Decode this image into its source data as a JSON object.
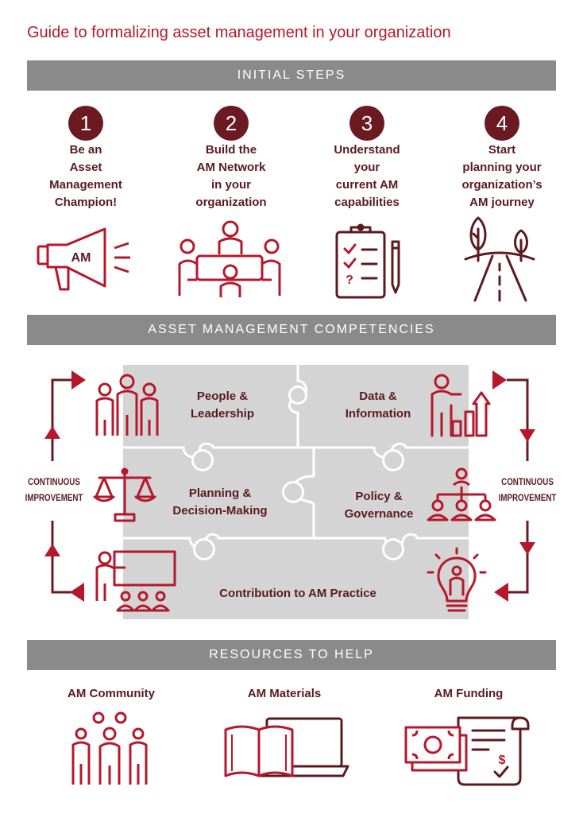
{
  "title": "Guide to formalizing asset management in your organization",
  "sections": {
    "initial_steps": "INITIAL STEPS",
    "competencies": "ASSET MANAGEMENT COMPETENCIES",
    "resources": "RESOURCES TO HELP"
  },
  "steps": [
    {
      "number": "1",
      "lines": [
        "Be an",
        "Asset",
        "Management",
        "Champion!"
      ],
      "icon": "megaphone-icon",
      "icon_text": "AM"
    },
    {
      "number": "2",
      "lines": [
        "Build the",
        "AM Network",
        "in your",
        "organization"
      ],
      "icon": "meeting-table-icon"
    },
    {
      "number": "3",
      "lines": [
        "Understand",
        "your",
        "current AM",
        "capabilities"
      ],
      "icon": "clipboard-checklist-icon",
      "icon_text": "?"
    },
    {
      "number": "4",
      "lines": [
        "Start",
        "planning your",
        "organization’s",
        "AM journey"
      ],
      "icon": "road-trees-icon"
    }
  ],
  "competencies": [
    {
      "lines": [
        "People &",
        "Leadership"
      ],
      "icon": "people-group-icon"
    },
    {
      "lines": [
        "Data &",
        "Information"
      ],
      "icon": "presenter-chart-icon"
    },
    {
      "lines": [
        "Planning &",
        "Decision-Making"
      ],
      "icon": "scales-icon"
    },
    {
      "lines": [
        "Policy &",
        "Governance"
      ],
      "icon": "org-chart-icon"
    },
    {
      "lines": [
        "Contribution to AM Practice"
      ],
      "icon": "teacher-icon"
    }
  ],
  "continuous_improvement": [
    "CONTINUOUS",
    "IMPROVEMENT"
  ],
  "resources": [
    {
      "label": "AM Community",
      "icon": "community-icon"
    },
    {
      "label": "AM Materials",
      "icon": "book-laptop-icon"
    },
    {
      "label": "AM Funding",
      "icon": "money-document-icon",
      "icon_text": "$"
    }
  ],
  "colors": {
    "accent": "#b5182b",
    "dark": "#6b1a22",
    "banner": "#8a8a8a",
    "puzzle": "#d4d4d4"
  }
}
